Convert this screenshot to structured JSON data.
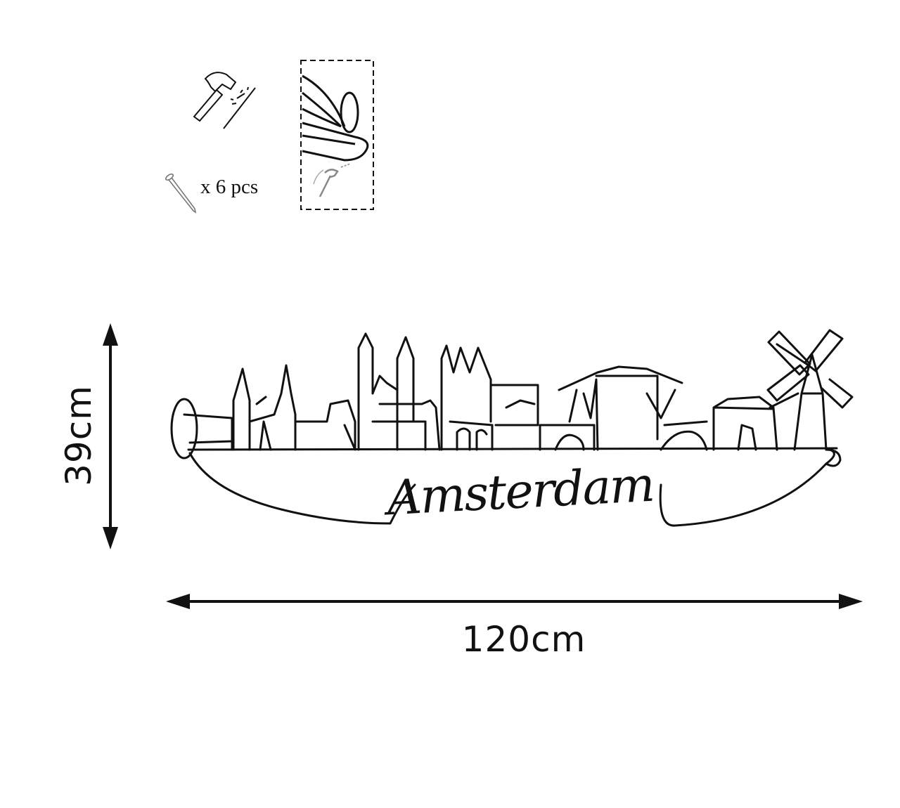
{
  "accessories": {
    "nail_count_label": "x 6 pcs",
    "icons": [
      "hammer-icon",
      "nail-icon",
      "mounting-detail-icon"
    ]
  },
  "artwork": {
    "title": "Amsterdam"
  },
  "dimensions": {
    "height_label": "39cm",
    "width_label": "120cm"
  },
  "colors": {
    "line": "#111111",
    "detail_gray": "#888888"
  }
}
